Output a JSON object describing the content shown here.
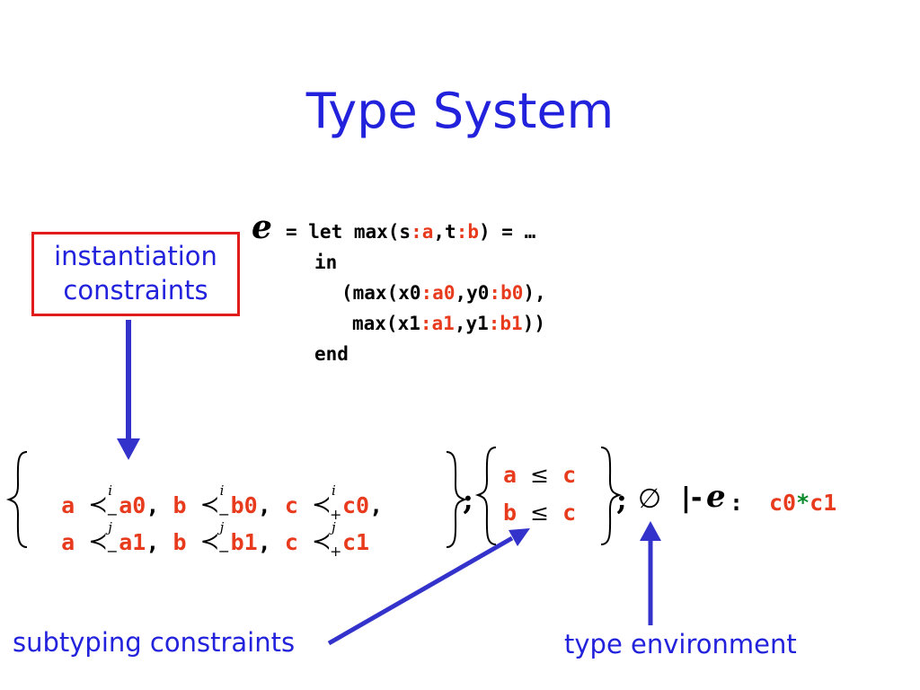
{
  "title": "Type System",
  "expression": {
    "var": "e",
    "line1": {
      "pre": "= let max(s",
      "c1": ":",
      "a": "a",
      "mid": ",t",
      "c2": ":",
      "b": "b",
      "post": ") = …"
    },
    "line2": "in",
    "line3": {
      "pre": "(max(x0",
      "c1": ":",
      "a": "a0",
      "mid": ",y0",
      "c2": ":",
      "b": "b0",
      "post": "),"
    },
    "line4": {
      "pre": "max(x1",
      "c1": ":",
      "a": "a1",
      "mid": ",y1",
      "c2": ":",
      "b": "b1",
      "post": "))"
    },
    "line5": "end"
  },
  "instantiation_label": [
    "instantiation",
    "constraints"
  ],
  "instantiation_constraints": {
    "row1": [
      {
        "lhs": "a",
        "sup": "i",
        "sub": "−",
        "rhs": "a0",
        "sep": ","
      },
      {
        "lhs": "b",
        "sup": "i",
        "sub": "−",
        "rhs": "b0",
        "sep": ","
      },
      {
        "lhs": "c",
        "sup": "i",
        "sub": "+",
        "rhs": "c0",
        "sep": ","
      }
    ],
    "row2": [
      {
        "lhs": "a",
        "sup": "j",
        "sub": "−",
        "rhs": "a1",
        "sep": ","
      },
      {
        "lhs": "b",
        "sup": "j",
        "sub": "−",
        "rhs": "b1",
        "sep": ","
      },
      {
        "lhs": "c",
        "sup": "j",
        "sub": "+",
        "rhs": "c1",
        "sep": ""
      }
    ]
  },
  "subtyping_constraints": [
    {
      "lhs": "a",
      "op": "≤",
      "rhs": "c"
    },
    {
      "lhs": "b",
      "op": "≤",
      "rhs": "c"
    }
  ],
  "separator": ";",
  "environment": "∅",
  "turnstile": "|-",
  "judgment_var": "e",
  "colon": ":",
  "result": {
    "left": "c0",
    "op": "*",
    "right": "c1"
  },
  "subtyping_label": "subtyping constraints",
  "environment_label": "type environment",
  "colors": {
    "title": "#2222dd",
    "arrow": "#3333cc",
    "box": "#e21b1b",
    "type_var": "#e83a1c",
    "star": "#0a8a2a"
  }
}
